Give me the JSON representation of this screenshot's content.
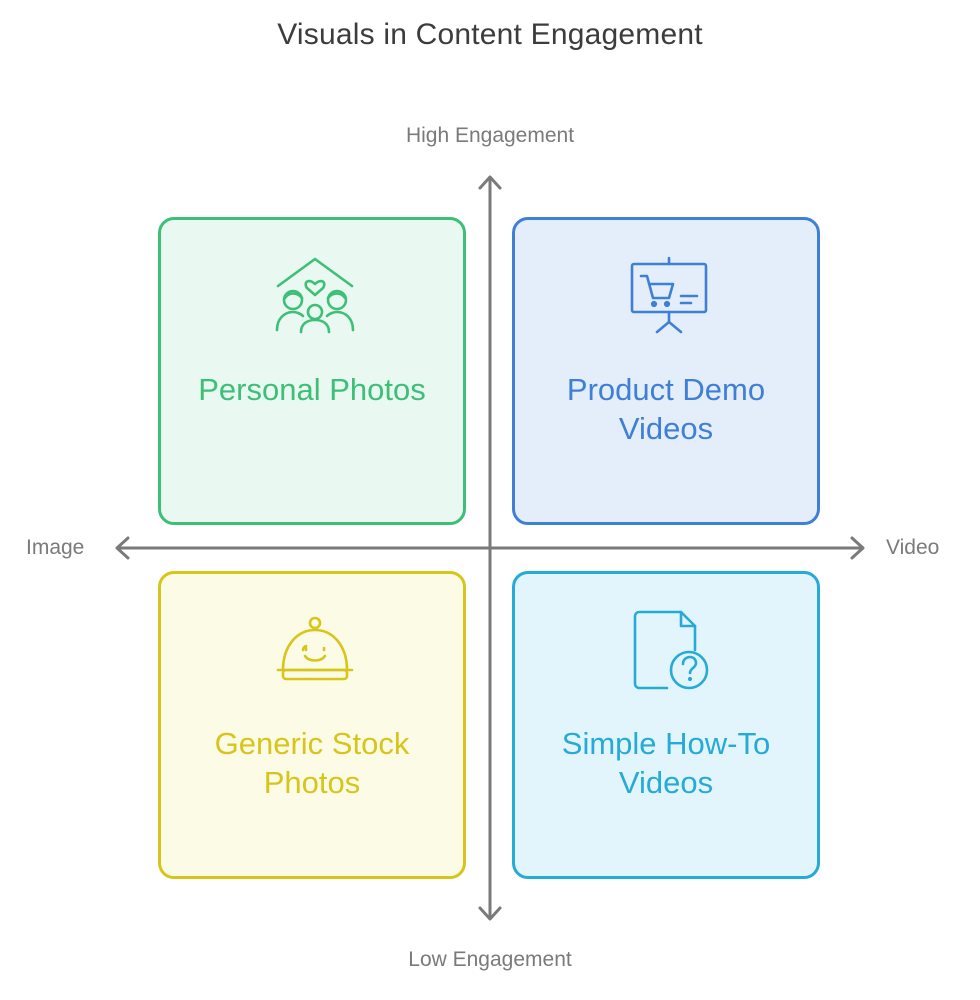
{
  "title": "Visuals in Content Engagement",
  "axes": {
    "top": "High Engagement",
    "bottom": "Low Engagement",
    "left": "Image",
    "right": "Video",
    "color": "#7a7a7a"
  },
  "quadrants": {
    "top_left": {
      "label": "Personal Photos",
      "icon": "family-house-heart-icon",
      "color": "#3dbf78",
      "fill": "#e9f8f0"
    },
    "top_right": {
      "label": "Product Demo Videos",
      "icon": "shopping-cart-presentation-icon",
      "color": "#3f7fd6",
      "fill": "#e4eefb"
    },
    "bottom_left": {
      "label": "Generic Stock Photos",
      "icon": "serving-cloche-smile-icon",
      "color": "#d8c51c",
      "fill": "#fcfbe6"
    },
    "bottom_right": {
      "label": "Simple How-To Videos",
      "icon": "document-question-icon",
      "color": "#26aad6",
      "fill": "#e3f5fc"
    }
  }
}
